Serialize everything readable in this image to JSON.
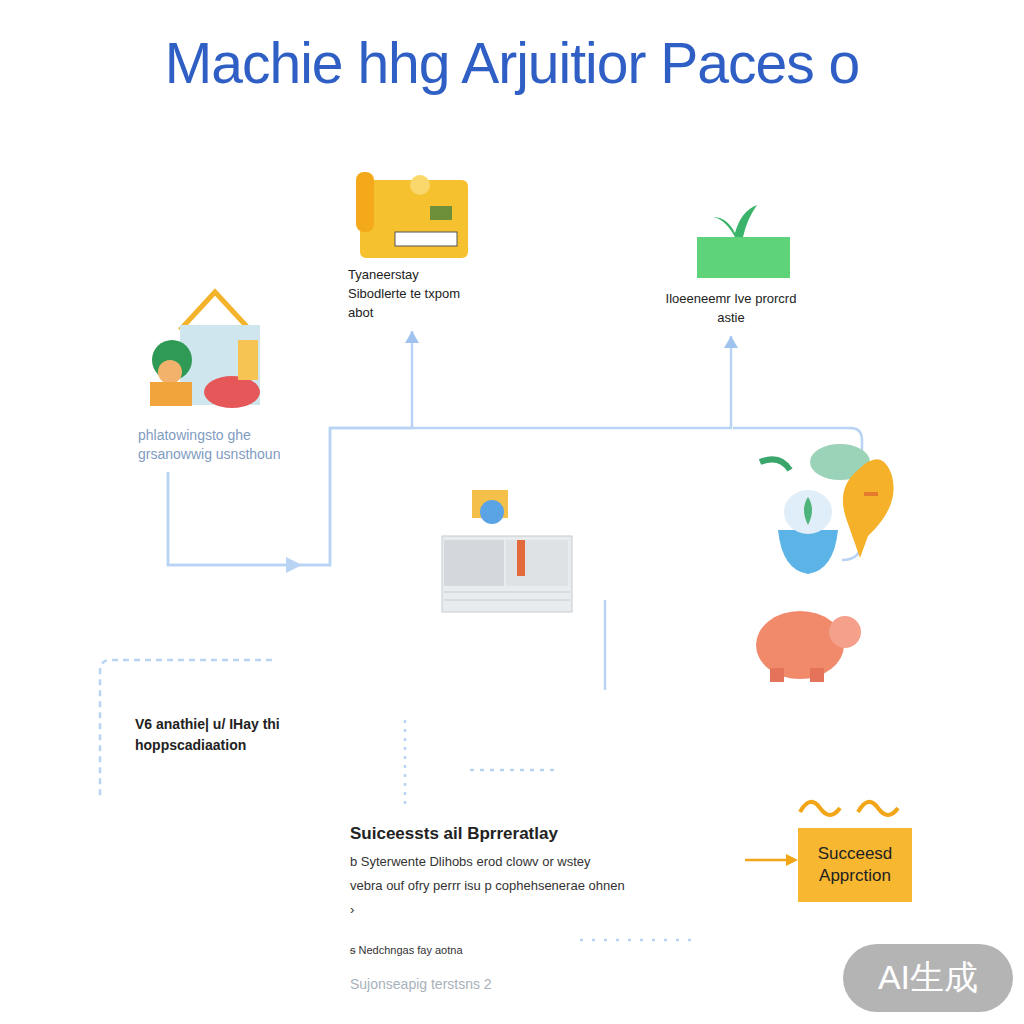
{
  "diagram": {
    "title": "Machie hhg Arjuitior Paces o",
    "nodes": [
      {
        "text": [
          "Tyaneerstay Sibodlerte te txpom abot"
        ]
      },
      {
        "text": [
          "Iloeeneemr Ive prorcrd astie"
        ]
      },
      {
        "text": [
          "phlatowingsto ghe grsanowwig usnsthoun"
        ]
      },
      {
        "text": [
          "Succeesd Apprction"
        ]
      }
    ],
    "edges": [
      {
        "from": 2,
        "to": 0,
        "arrow": "to"
      },
      {
        "from": 2,
        "to": 1,
        "arrow": "to"
      }
    ],
    "labels": [
      "V6 anathie| u/ IHay thi hoppscadiaation",
      "Suiceessts ail Bprreratlay",
      "b Syterwente Dlihobs erod clowv or wstey vebra ouf ofry perrr isu p cophehsenerae ohnen ›",
      "ᵴ Nedchngas fay aotna",
      "Sujonseapig terstsns 2",
      "AI生成"
    ]
  }
}
